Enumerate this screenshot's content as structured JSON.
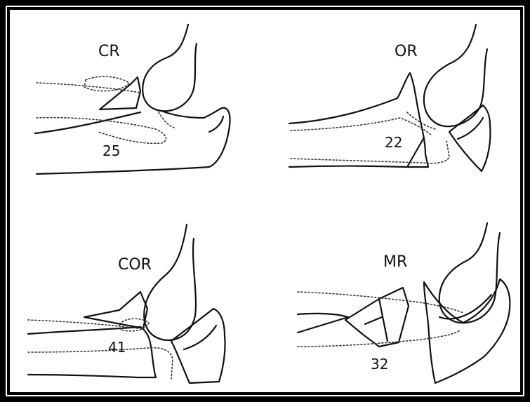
{
  "panels": [
    {
      "label": "CR",
      "number": "25"
    },
    {
      "label": "OR",
      "number": "22"
    },
    {
      "label": "COR",
      "number": "41"
    },
    {
      "label": "MR",
      "number": "32"
    }
  ],
  "colors": {
    "frame": "#000000",
    "ink": "#111111",
    "background": "#ffffff"
  }
}
